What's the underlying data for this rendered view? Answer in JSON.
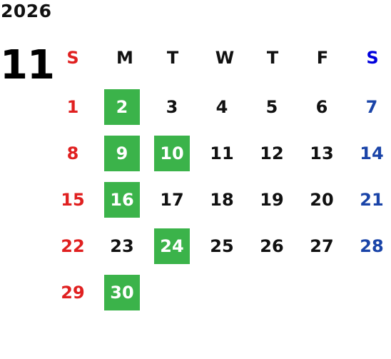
{
  "calendar": {
    "year": "2026",
    "month": "11",
    "weekdays": [
      "S",
      "M",
      "T",
      "W",
      "T",
      "F",
      "S"
    ],
    "colors": {
      "sunday": "#e02020",
      "saturday": "#1a44a8",
      "highlight": "#3bb34a"
    },
    "weeks": [
      [
        {
          "day": "1",
          "hl": false
        },
        {
          "day": "2",
          "hl": true
        },
        {
          "day": "3",
          "hl": false
        },
        {
          "day": "4",
          "hl": false
        },
        {
          "day": "5",
          "hl": false
        },
        {
          "day": "6",
          "hl": false
        },
        {
          "day": "7",
          "hl": false
        }
      ],
      [
        {
          "day": "8",
          "hl": false
        },
        {
          "day": "9",
          "hl": true
        },
        {
          "day": "10",
          "hl": true
        },
        {
          "day": "11",
          "hl": false
        },
        {
          "day": "12",
          "hl": false
        },
        {
          "day": "13",
          "hl": false
        },
        {
          "day": "14",
          "hl": false
        }
      ],
      [
        {
          "day": "15",
          "hl": false
        },
        {
          "day": "16",
          "hl": true
        },
        {
          "day": "17",
          "hl": false
        },
        {
          "day": "18",
          "hl": false
        },
        {
          "day": "19",
          "hl": false
        },
        {
          "day": "20",
          "hl": false
        },
        {
          "day": "21",
          "hl": false
        }
      ],
      [
        {
          "day": "22",
          "hl": false
        },
        {
          "day": "23",
          "hl": false
        },
        {
          "day": "24",
          "hl": true
        },
        {
          "day": "25",
          "hl": false
        },
        {
          "day": "26",
          "hl": false
        },
        {
          "day": "27",
          "hl": false
        },
        {
          "day": "28",
          "hl": false
        }
      ],
      [
        {
          "day": "29",
          "hl": false
        },
        {
          "day": "30",
          "hl": true
        }
      ]
    ]
  }
}
